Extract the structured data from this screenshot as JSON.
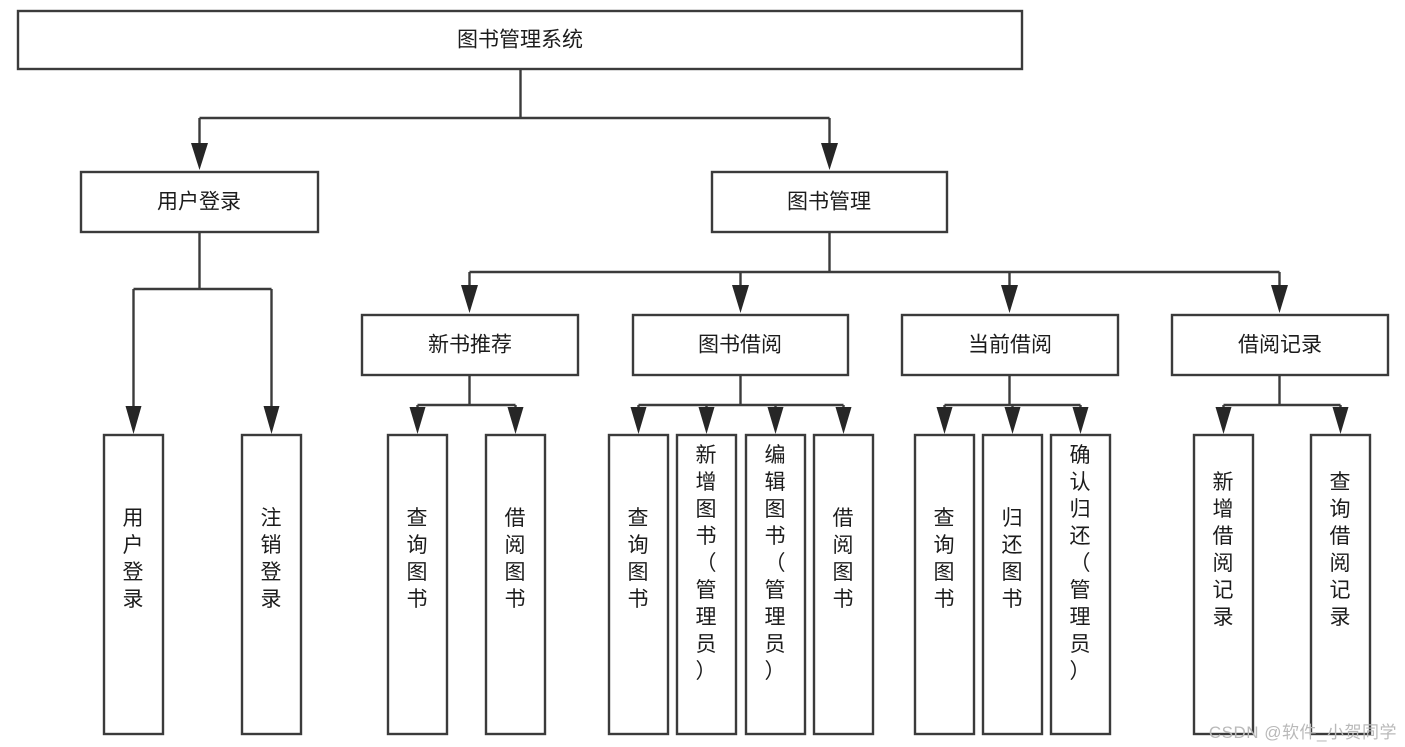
{
  "diagram": {
    "type": "tree-hierarchy",
    "title": "图书管理系统",
    "orientation": "top-down",
    "watermark": "CSDN @软件_小贺同学",
    "colors": {
      "box_stroke": "#3b3b3b",
      "box_fill": "#ffffff",
      "connector": "#3b3b3b",
      "arrow": "#262626",
      "label_text": "#1c1c1c",
      "watermark_text": "#b9b9b9",
      "background": "#ffffff"
    },
    "levels": {
      "root": {
        "label": "图书管理系统"
      },
      "level1": [
        {
          "id": "user-login",
          "label": "用户登录"
        },
        {
          "id": "book-management",
          "label": "图书管理"
        }
      ],
      "level2": [
        {
          "id": "new-book-recommend",
          "label": "新书推荐",
          "parent": "book-management"
        },
        {
          "id": "book-borrow",
          "label": "图书借阅",
          "parent": "book-management"
        },
        {
          "id": "current-borrow",
          "label": "当前借阅",
          "parent": "book-management"
        },
        {
          "id": "borrow-record",
          "label": "借阅记录",
          "parent": "book-management"
        }
      ],
      "leaves": [
        {
          "id": "leaf-user-login",
          "label": "用户登录",
          "parent": "user-login"
        },
        {
          "id": "leaf-logout-login",
          "label": "注销登录",
          "parent": "user-login"
        },
        {
          "id": "leaf-query-book-1",
          "label": "查询图书",
          "parent": "new-book-recommend"
        },
        {
          "id": "leaf-borrow-book-1",
          "label": "借阅图书",
          "parent": "new-book-recommend"
        },
        {
          "id": "leaf-query-book-2",
          "label": "查询图书",
          "parent": "book-borrow"
        },
        {
          "id": "leaf-add-book",
          "label": "新增图书（管理员）",
          "parent": "book-borrow"
        },
        {
          "id": "leaf-edit-book",
          "label": "编辑图书（管理员）",
          "parent": "book-borrow"
        },
        {
          "id": "leaf-borrow-book-2",
          "label": "借阅图书",
          "parent": "book-borrow"
        },
        {
          "id": "leaf-query-book-3",
          "label": "查询图书",
          "parent": "current-borrow"
        },
        {
          "id": "leaf-return-book",
          "label": "归还图书",
          "parent": "current-borrow"
        },
        {
          "id": "leaf-confirm-return",
          "label": "确认归还（管理员）",
          "parent": "current-borrow"
        },
        {
          "id": "leaf-add-record",
          "label": "新增借阅记录",
          "parent": "borrow-record"
        },
        {
          "id": "leaf-query-record",
          "label": "查询借阅记录",
          "parent": "borrow-record"
        }
      ]
    }
  }
}
